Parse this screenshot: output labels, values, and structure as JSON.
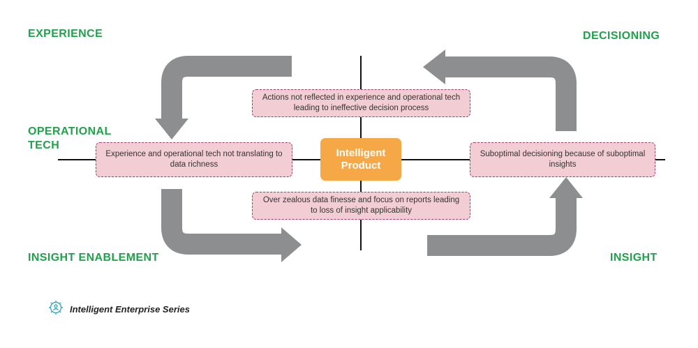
{
  "quadrant_labels": {
    "experience": "EXPERIENCE",
    "decisioning": "DECISIONING",
    "operational_tech": "OPERATIONAL\nTECH",
    "insight_enablement": "INSIGHT ENABLEMENT",
    "insight": "INSIGHT"
  },
  "center": {
    "label": "Intelligent Product",
    "color": "#f7a846"
  },
  "boxes": {
    "top": "Actions not reflected in experience and operational tech leading to ineffective decision process",
    "left": "Experience and operational tech not translating to data richness",
    "right": "Suboptimal decisioning because of suboptimal insights",
    "bottom": "Over zealous data finesse and focus on reports leading to loss of insight applicability"
  },
  "footer": {
    "icon": "gear-people-icon",
    "text": "Intelligent Enterprise Series"
  },
  "colors": {
    "label_green": "#1fa24a",
    "arrow_gray": "#8d8e8f",
    "box_fill": "#f3cdd4",
    "box_border": "#9b3f6f",
    "icon_teal": "#3aa8c1"
  }
}
